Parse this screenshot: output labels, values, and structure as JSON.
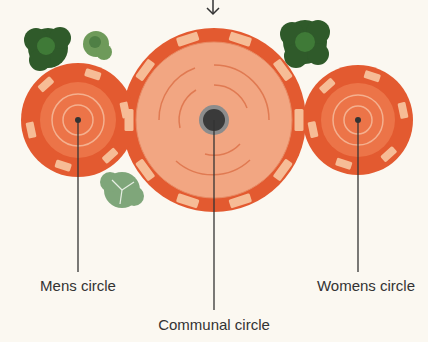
{
  "diagram": {
    "labels": [
      "Mens circle",
      "Womens circle",
      "Communal circle"
    ]
  }
}
